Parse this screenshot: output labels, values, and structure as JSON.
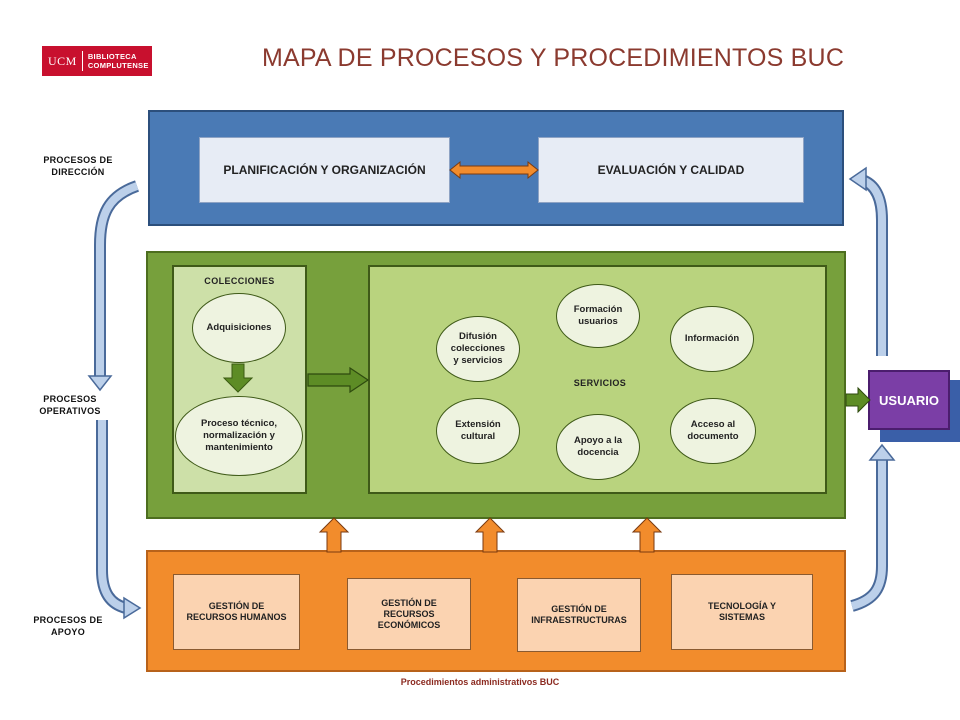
{
  "logo": {
    "mark": "UCM",
    "line1": "BIBLIOTECA",
    "line2": "COMPLUTENSE"
  },
  "title": "MAPA DE PROCESOS Y PROCEDIMIENTOS BUC",
  "side_labels": {
    "direccion": [
      "PROCESOS DE",
      "DIRECCIÓN"
    ],
    "operativos": [
      "PROCESOS",
      "OPERATIVOS"
    ],
    "apoyo": [
      "PROCESOS DE",
      "APOYO"
    ]
  },
  "direccion": {
    "planificacion": "PLANIFICACIÓN Y ORGANIZACIÓN",
    "evaluacion": "EVALUACIÓN Y CALIDAD"
  },
  "colecciones": {
    "label": "COLECCIONES",
    "adquisiciones": "Adquisiciones",
    "proceso": [
      "Proceso técnico,",
      "normalización y",
      "mantenimiento"
    ]
  },
  "servicios": {
    "label": "SERVICIOS",
    "difusion": [
      "Difusión",
      "colecciones",
      "y servicios"
    ],
    "formacion": [
      "Formación",
      "usuarios"
    ],
    "informacion": "Información",
    "extension": [
      "Extensión",
      "cultural"
    ],
    "apoyo_docencia": [
      "Apoyo a la",
      "docencia"
    ],
    "acceso": [
      "Acceso al",
      "documento"
    ]
  },
  "apoyo": {
    "rrhh": [
      "GESTIÓN DE",
      "RECURSOS HUMANOS"
    ],
    "economicos": [
      "GESTIÓN DE",
      "RECURSOS",
      "ECONÓMICOS"
    ],
    "infra": [
      "GESTIÓN DE",
      "INFRAESTRUCTURAS"
    ],
    "tecnologia": [
      "TECNOLOGÍA Y",
      "SISTEMAS"
    ]
  },
  "usuario": "USUARIO",
  "footer": "Procedimientos administrativos BUC",
  "colors": {
    "blue_band": "#4a7ab5",
    "green_band": "#77a03c",
    "orange_band": "#f28c2c",
    "usuario": "#7b3ea6",
    "title": "#8b3a2f"
  }
}
